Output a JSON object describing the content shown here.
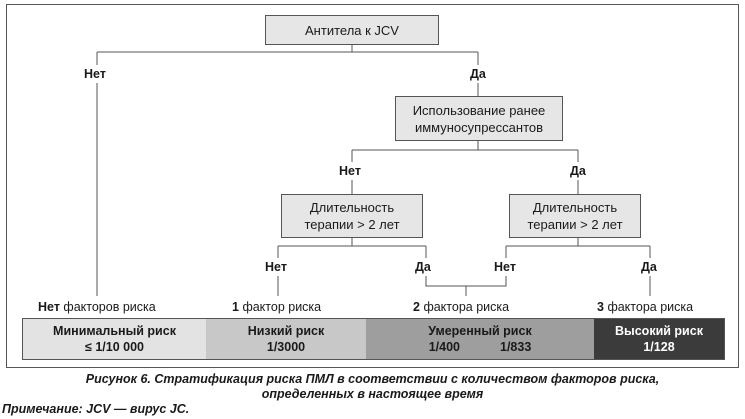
{
  "diagram": {
    "root": "Антитела к JCV",
    "no": "Нет",
    "yes": "Да",
    "immuno": [
      "Использование ранее",
      "иммуносупрессантов"
    ],
    "duration": [
      "Длительность",
      "терапии > 2 лет"
    ]
  },
  "factors": [
    {
      "num": "Нет",
      "text": "факторов риска"
    },
    {
      "num": "1",
      "text": "фактор риска"
    },
    {
      "num": "2",
      "text": "фактора риска"
    },
    {
      "num": "3",
      "text": "фактора риска"
    }
  ],
  "risk": [
    {
      "name": "Минимальный риск",
      "value": "≤ 1/10 000",
      "color": "#e3e3e3"
    },
    {
      "name": "Низкий риск",
      "value": "1/3000",
      "color": "#c8c8c8"
    },
    {
      "name": "Умеренный риск",
      "values": [
        "1/400",
        "1/833"
      ],
      "color": "#9e9e9e"
    },
    {
      "name": "Высокий риск",
      "value": "1/128",
      "color": "#3b3b3b"
    }
  ],
  "caption": [
    "Рисунок 6. Стратификация риска ПМЛ в соответствии с количеством факторов риска,",
    "определенных в настоящее время"
  ],
  "note": "Примечание: JCV — вирус JC."
}
